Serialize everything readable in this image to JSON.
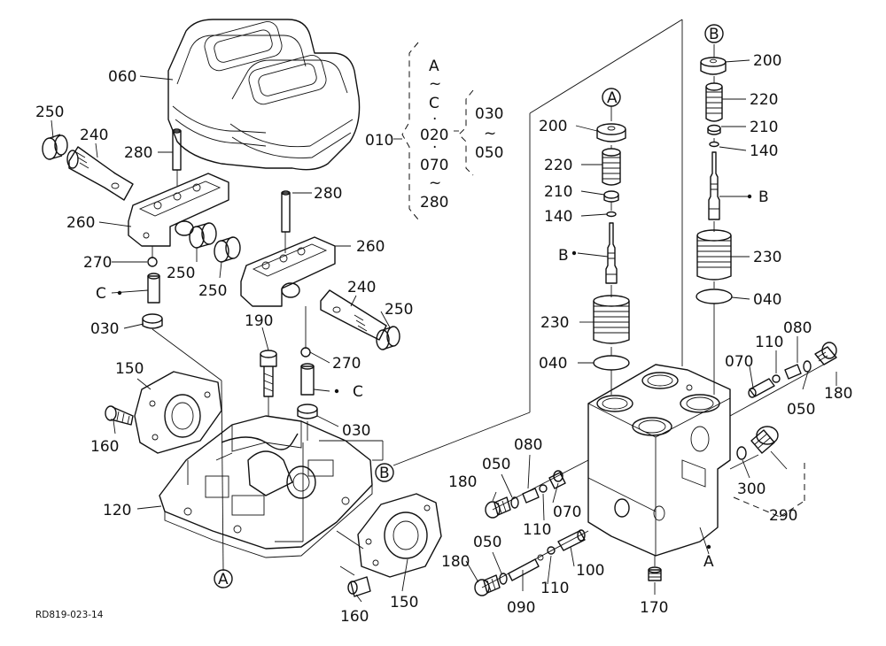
{
  "diagram": {
    "drawing_id": "RD819-023-14",
    "group_brackets": [
      {
        "key": "010",
        "range_lines": [
          "A",
          "~",
          "C",
          "·",
          "020",
          "·",
          "070",
          "~",
          "280"
        ]
      },
      {
        "key": "020",
        "range_lines": [
          "030",
          "~",
          "050"
        ]
      }
    ],
    "labels": {
      "l060": "060",
      "l250a": "250",
      "l240a": "240",
      "l280a": "280",
      "l260a": "260",
      "l270a": "270",
      "lCa": "C",
      "l030a": "030",
      "l250b": "250",
      "l250c": "250",
      "l280b": "280",
      "l260b": "260",
      "l240b": "240",
      "l250d": "250",
      "l190": "190",
      "l270b": "270",
      "lCb": "C",
      "l030b": "030",
      "l150a": "150",
      "l160a": "160",
      "l120": "120",
      "lA_bottom": "A",
      "lB_mid": "B",
      "l150b": "150",
      "l160b": "160",
      "lA_top": "A",
      "l200a": "200",
      "l220a": "220",
      "l210a": "210",
      "l140a": "140",
      "lBa": "B",
      "l230a": "230",
      "l040a": "040",
      "lB_top": "B",
      "l200b": "200",
      "l220b": "220",
      "l210b": "210",
      "l140b": "140",
      "lBb": "B",
      "l230b": "230",
      "l040b": "040",
      "l070a": "070",
      "l110a": "110",
      "l080a": "080",
      "l180a": "180",
      "l050a": "050",
      "l300": "300",
      "l290": "290",
      "lA_body": "A",
      "l050b": "050",
      "l080b": "080",
      "l180b": "180",
      "l110b": "110",
      "l070b": "070",
      "l050c": "050",
      "l180c": "180",
      "l100": "100",
      "l110c": "110",
      "l090": "090",
      "l170": "170"
    }
  }
}
